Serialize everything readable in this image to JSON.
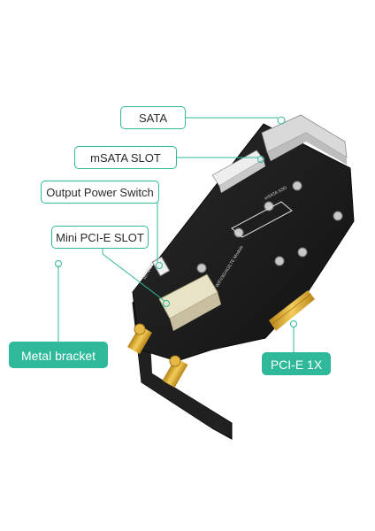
{
  "callouts": {
    "sata": "SATA",
    "msata_slot": "mSATA   SLOT",
    "output_power_switch": "Output Power Switch",
    "mini_pcie_slot": "Mini  PCI-E   SLOT",
    "metal_bracket": "Metal bracket",
    "pcie_1x": "PCI-E 1X"
  },
  "board_text": {
    "slot1_label": "mSATA SSD",
    "slot2_label": "WIFI/3G/4G/LTE Module",
    "brand": "tention"
  },
  "colors": {
    "accent": "#2fb99a",
    "pcb": "#1b1b1b",
    "bracket": "#141414",
    "gold": "#d8a631"
  }
}
